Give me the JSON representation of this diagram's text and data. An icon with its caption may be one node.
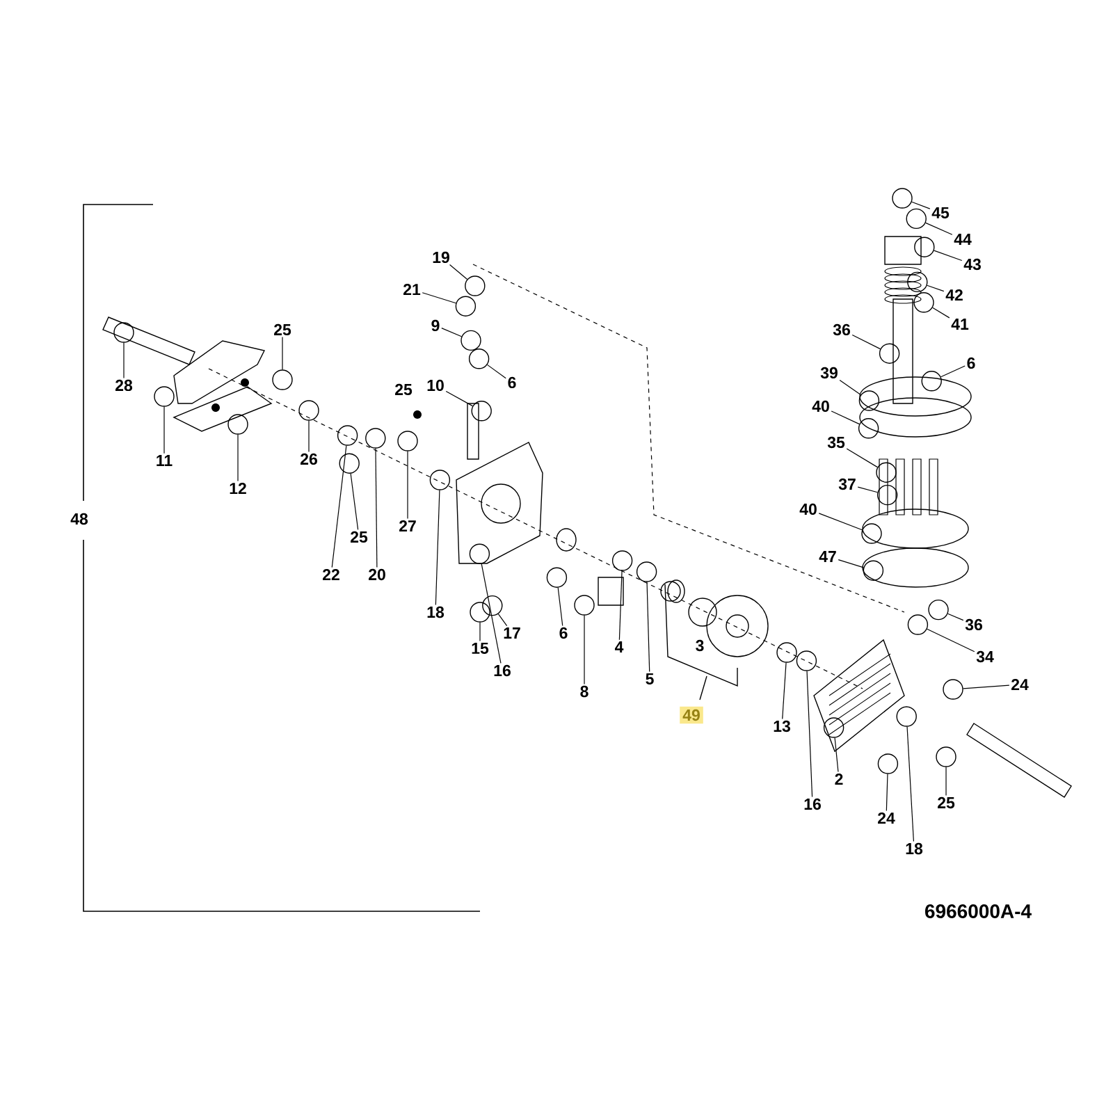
{
  "diagram": {
    "nodes": [
      {
        "text": [
          "19"
        ]
      },
      {
        "text": [
          "21"
        ]
      },
      {
        "text": [
          "9"
        ]
      },
      {
        "text": [
          "6"
        ]
      },
      {
        "text": [
          "10"
        ]
      },
      {
        "text": [
          "25"
        ]
      },
      {
        "text": [
          "28"
        ]
      },
      {
        "text": [
          "11"
        ]
      },
      {
        "text": [
          "12"
        ]
      },
      {
        "text": [
          "26"
        ]
      },
      {
        "text": [
          "22"
        ]
      },
      {
        "text": [
          "25"
        ]
      },
      {
        "text": [
          "20"
        ]
      },
      {
        "text": [
          "27"
        ]
      },
      {
        "text": [
          "18"
        ]
      },
      {
        "text": [
          "16"
        ]
      },
      {
        "text": [
          "17"
        ]
      },
      {
        "text": [
          "15"
        ]
      },
      {
        "text": [
          "6"
        ]
      },
      {
        "text": [
          "8"
        ]
      },
      {
        "text": [
          "4"
        ]
      },
      {
        "text": [
          "5"
        ]
      },
      {
        "text": [
          "13"
        ]
      },
      {
        "text": [
          "16"
        ]
      },
      {
        "text": [
          "2"
        ]
      },
      {
        "text": [
          "24"
        ]
      },
      {
        "text": [
          "25"
        ]
      },
      {
        "text": [
          "18"
        ]
      },
      {
        "text": [
          "24"
        ]
      },
      {
        "text": [
          "34"
        ]
      },
      {
        "text": [
          "36"
        ]
      },
      {
        "text": [
          "47"
        ]
      },
      {
        "text": [
          "40"
        ]
      },
      {
        "text": [
          "37"
        ]
      },
      {
        "text": [
          "35"
        ]
      },
      {
        "text": [
          "40"
        ]
      },
      {
        "text": [
          "39"
        ]
      },
      {
        "text": [
          "36"
        ]
      },
      {
        "text": [
          "6"
        ]
      },
      {
        "text": [
          "41"
        ]
      },
      {
        "text": [
          "42"
        ]
      },
      {
        "text": [
          "43"
        ]
      },
      {
        "text": [
          "44"
        ]
      },
      {
        "text": [
          "45"
        ]
      },
      {
        "text": [],
        "shape": "circle"
      },
      {
        "text": [],
        "shape": "circle"
      },
      {
        "text": [],
        "shape": "circle"
      },
      {
        "text": [],
        "shape": "circle"
      },
      {
        "text": [],
        "shape": "circle"
      },
      {
        "text": [],
        "shape": "circle"
      },
      {
        "text": [],
        "shape": "circle"
      },
      {
        "text": [],
        "shape": "circle"
      },
      {
        "text": [],
        "shape": "circle"
      },
      {
        "text": [],
        "shape": "circle"
      },
      {
        "text": [],
        "shape": "circle"
      },
      {
        "text": [],
        "shape": "circle"
      },
      {
        "text": [],
        "shape": "circle"
      },
      {
        "text": [],
        "shape": "circle"
      },
      {
        "text": [],
        "shape": "circle"
      },
      {
        "text": [],
        "shape": "circle"
      },
      {
        "text": [],
        "shape": "circle"
      },
      {
        "text": [],
        "shape": "circle"
      },
      {
        "text": [],
        "shape": "circle"
      },
      {
        "text": [],
        "shape": "circle"
      },
      {
        "text": [],
        "shape": "circle"
      },
      {
        "text": [],
        "shape": "circle"
      },
      {
        "text": [],
        "shape": "circle"
      },
      {
        "text": [],
        "shape": "circle"
      },
      {
        "text": [],
        "shape": "circle"
      },
      {
        "text": [],
        "shape": "circle"
      },
      {
        "text": [],
        "shape": "circle"
      },
      {
        "text": [],
        "shape": "circle"
      },
      {
        "text": [],
        "shape": "circle"
      },
      {
        "text": [],
        "shape": "circle"
      },
      {
        "text": [],
        "shape": "circle"
      },
      {
        "text": [],
        "shape": "circle"
      },
      {
        "text": [],
        "shape": "circle"
      },
      {
        "text": [],
        "shape": "circle"
      },
      {
        "text": [],
        "shape": "circle"
      },
      {
        "text": [],
        "shape": "circle"
      },
      {
        "text": [],
        "shape": "circle"
      },
      {
        "text": [],
        "shape": "circle"
      },
      {
        "text": [],
        "shape": "circle"
      },
      {
        "text": [],
        "shape": "circle"
      },
      {
        "text": [],
        "shape": "circle"
      },
      {
        "text": [],
        "shape": "circle"
      },
      {
        "text": [],
        "shape": "circle"
      },
      {
        "text": [],
        "shape": "circle"
      }
    ],
    "edges": [
      {
        "from": 0,
        "to": 44,
        "arrow": "none"
      },
      {
        "from": 1,
        "to": 45,
        "arrow": "none"
      },
      {
        "from": 2,
        "to": 46,
        "arrow": "none"
      },
      {
        "from": 3,
        "to": 47,
        "arrow": "none"
      },
      {
        "from": 4,
        "to": 48,
        "arrow": "none"
      },
      {
        "from": 5,
        "to": 49,
        "arrow": "none"
      },
      {
        "from": 6,
        "to": 50,
        "arrow": "none"
      },
      {
        "from": 7,
        "to": 51,
        "arrow": "none"
      },
      {
        "from": 8,
        "to": 52,
        "arrow": "none"
      },
      {
        "from": 9,
        "to": 53,
        "arrow": "none"
      },
      {
        "from": 10,
        "to": 54,
        "arrow": "none"
      },
      {
        "from": 11,
        "to": 55,
        "arrow": "none"
      },
      {
        "from": 12,
        "to": 56,
        "arrow": "none"
      },
      {
        "from": 13,
        "to": 57,
        "arrow": "none"
      },
      {
        "from": 14,
        "to": 58,
        "arrow": "none"
      },
      {
        "from": 15,
        "to": 59,
        "arrow": "none"
      },
      {
        "from": 16,
        "to": 60,
        "arrow": "none"
      },
      {
        "from": 17,
        "to": 61,
        "arrow": "none"
      },
      {
        "from": 18,
        "to": 62,
        "arrow": "none"
      },
      {
        "from": 19,
        "to": 63,
        "arrow": "none"
      },
      {
        "from": 20,
        "to": 64,
        "arrow": "none"
      },
      {
        "from": 21,
        "to": 65,
        "arrow": "none"
      },
      {
        "from": 22,
        "to": 66,
        "arrow": "none"
      },
      {
        "from": 23,
        "to": 67,
        "arrow": "none"
      },
      {
        "from": 24,
        "to": 68,
        "arrow": "none"
      },
      {
        "from": 25,
        "to": 69,
        "arrow": "none"
      },
      {
        "from": 26,
        "to": 70,
        "arrow": "none"
      },
      {
        "from": 27,
        "to": 71,
        "arrow": "none"
      },
      {
        "from": 28,
        "to": 72,
        "arrow": "none"
      },
      {
        "from": 29,
        "to": 73,
        "arrow": "none"
      },
      {
        "from": 30,
        "to": 74,
        "arrow": "none"
      },
      {
        "from": 31,
        "to": 75,
        "arrow": "none"
      },
      {
        "from": 32,
        "to": 76,
        "arrow": "none"
      },
      {
        "from": 33,
        "to": 77,
        "arrow": "none"
      },
      {
        "from": 34,
        "to": 78,
        "arrow": "none"
      },
      {
        "from": 35,
        "to": 79,
        "arrow": "none"
      },
      {
        "from": 36,
        "to": 80,
        "arrow": "none"
      },
      {
        "from": 37,
        "to": 81,
        "arrow": "none"
      },
      {
        "from": 38,
        "to": 82,
        "arrow": "none"
      },
      {
        "from": 39,
        "to": 83,
        "arrow": "none"
      },
      {
        "from": 40,
        "to": 84,
        "arrow": "none"
      },
      {
        "from": 41,
        "to": 85,
        "arrow": "none"
      },
      {
        "from": 42,
        "to": 86,
        "arrow": "none"
      },
      {
        "from": 43,
        "to": 87,
        "arrow": "none"
      }
    ],
    "labels": [
      "25",
      "3",
      "48",
      "49",
      "6966000A-4"
    ]
  }
}
